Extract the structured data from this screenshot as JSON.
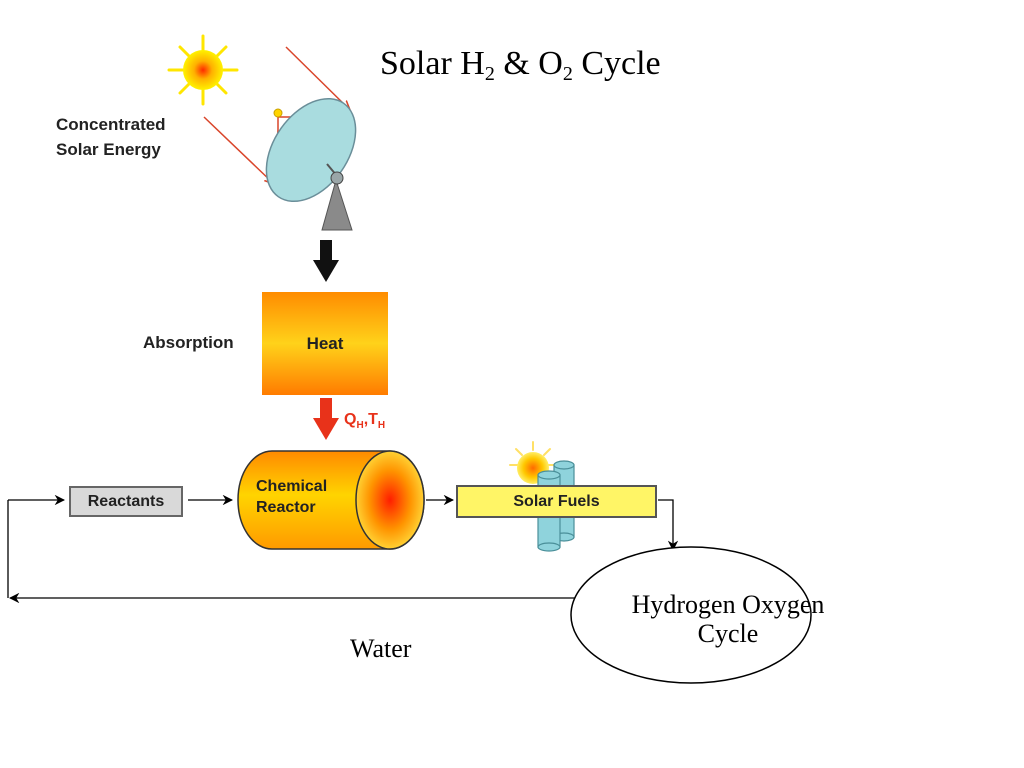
{
  "title": {
    "prefix": "Solar H",
    "sub1": "2",
    "mid": " & O",
    "sub2": "2",
    "suffix": " Cycle"
  },
  "labels": {
    "concentrated_line1": "Concentrated",
    "concentrated_line2": "Solar Energy",
    "absorption": "Absorption",
    "heat": "Heat",
    "q": "Q",
    "q_sub": "H",
    "t": ",T",
    "t_sub": "H",
    "reactants": "Reactants",
    "reactor_line1": "Chemical",
    "reactor_line2": "Reactor",
    "solar_fuels": "Solar Fuels",
    "water": "Water",
    "hoc_line1": "Hydrogen Oxygen",
    "hoc_line2": "Cycle"
  },
  "colors": {
    "sun_core": "#ff3b00",
    "sun_glow": "#ffee00",
    "dish": "#a9dcdf",
    "ray": "#d9452a",
    "heat_arrow": "#e8321a",
    "tank": "#8fd3dc"
  }
}
